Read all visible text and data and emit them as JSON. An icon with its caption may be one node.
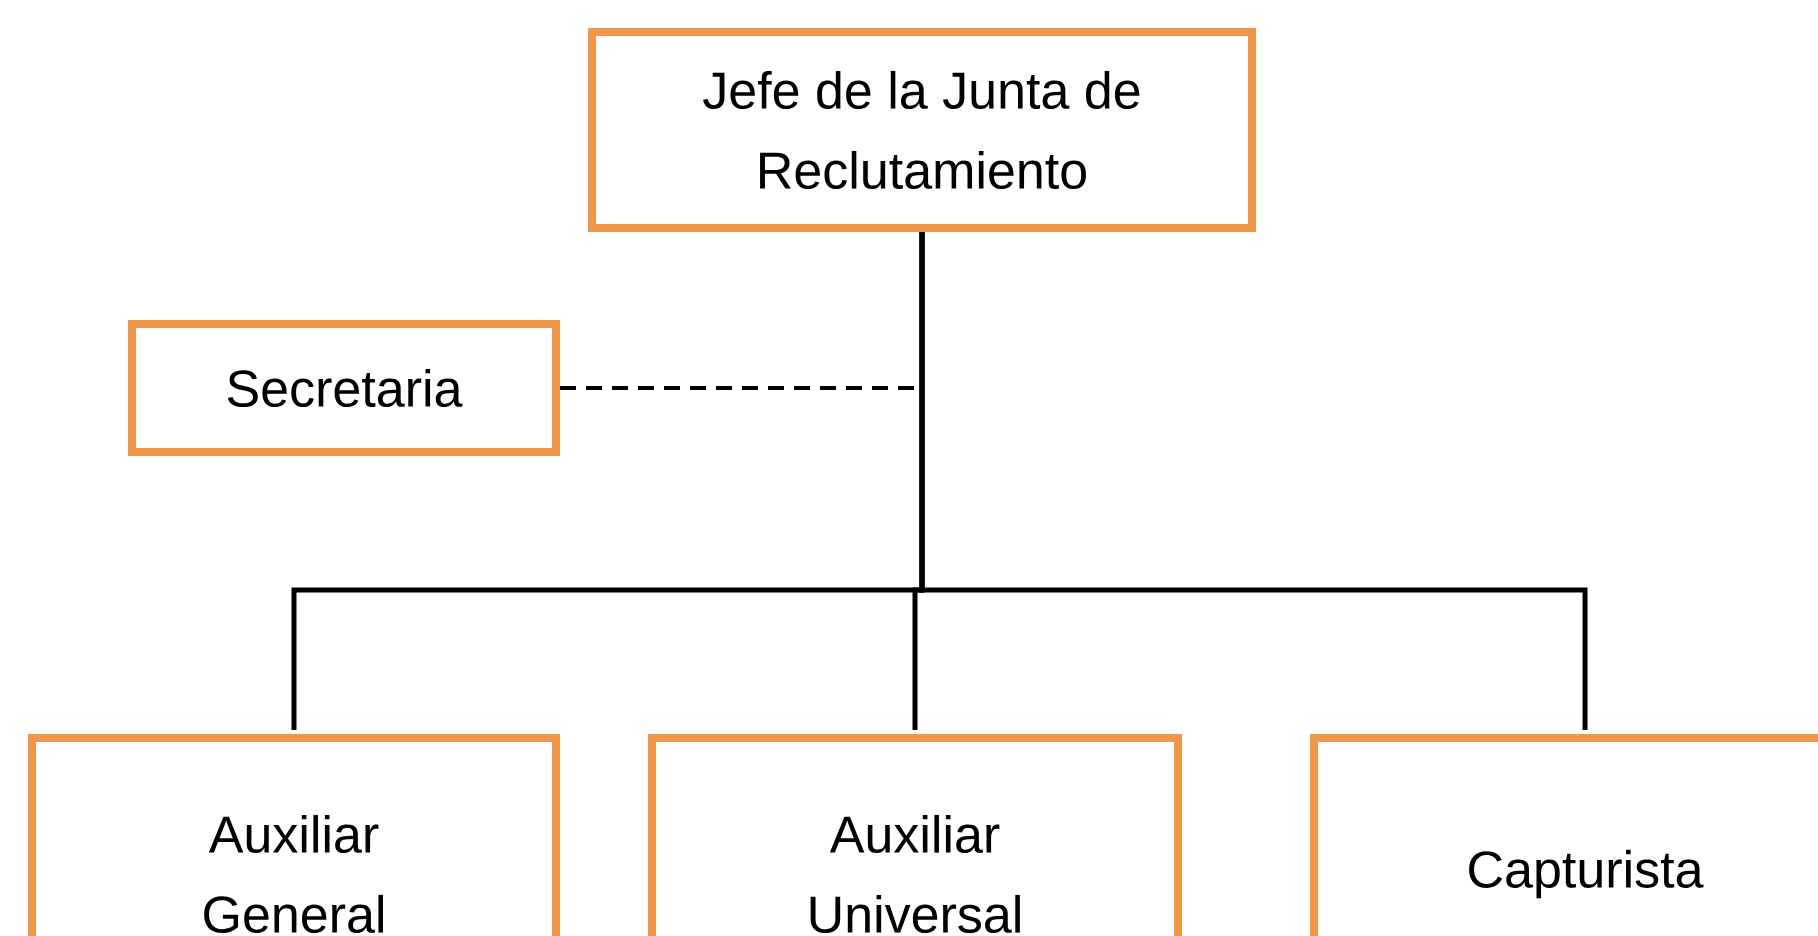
{
  "diagram": {
    "nodes": [
      {
        "text": [
          "Jefe de la Junta de Reclutamiento"
        ]
      },
      {
        "text": [
          "Secretaria"
        ]
      },
      {
        "text": [
          "Auxiliar General"
        ]
      },
      {
        "text": [
          "Auxiliar Universal"
        ]
      },
      {
        "text": [
          "Capturista"
        ]
      }
    ],
    "edges": [
      {
        "from": 0,
        "to": 1,
        "arrow": "none",
        "style": "dashed"
      },
      {
        "from": 0,
        "to": 2,
        "arrow": "none"
      },
      {
        "from": 0,
        "to": 3,
        "arrow": "none"
      },
      {
        "from": 0,
        "to": 4,
        "arrow": "none"
      }
    ]
  }
}
